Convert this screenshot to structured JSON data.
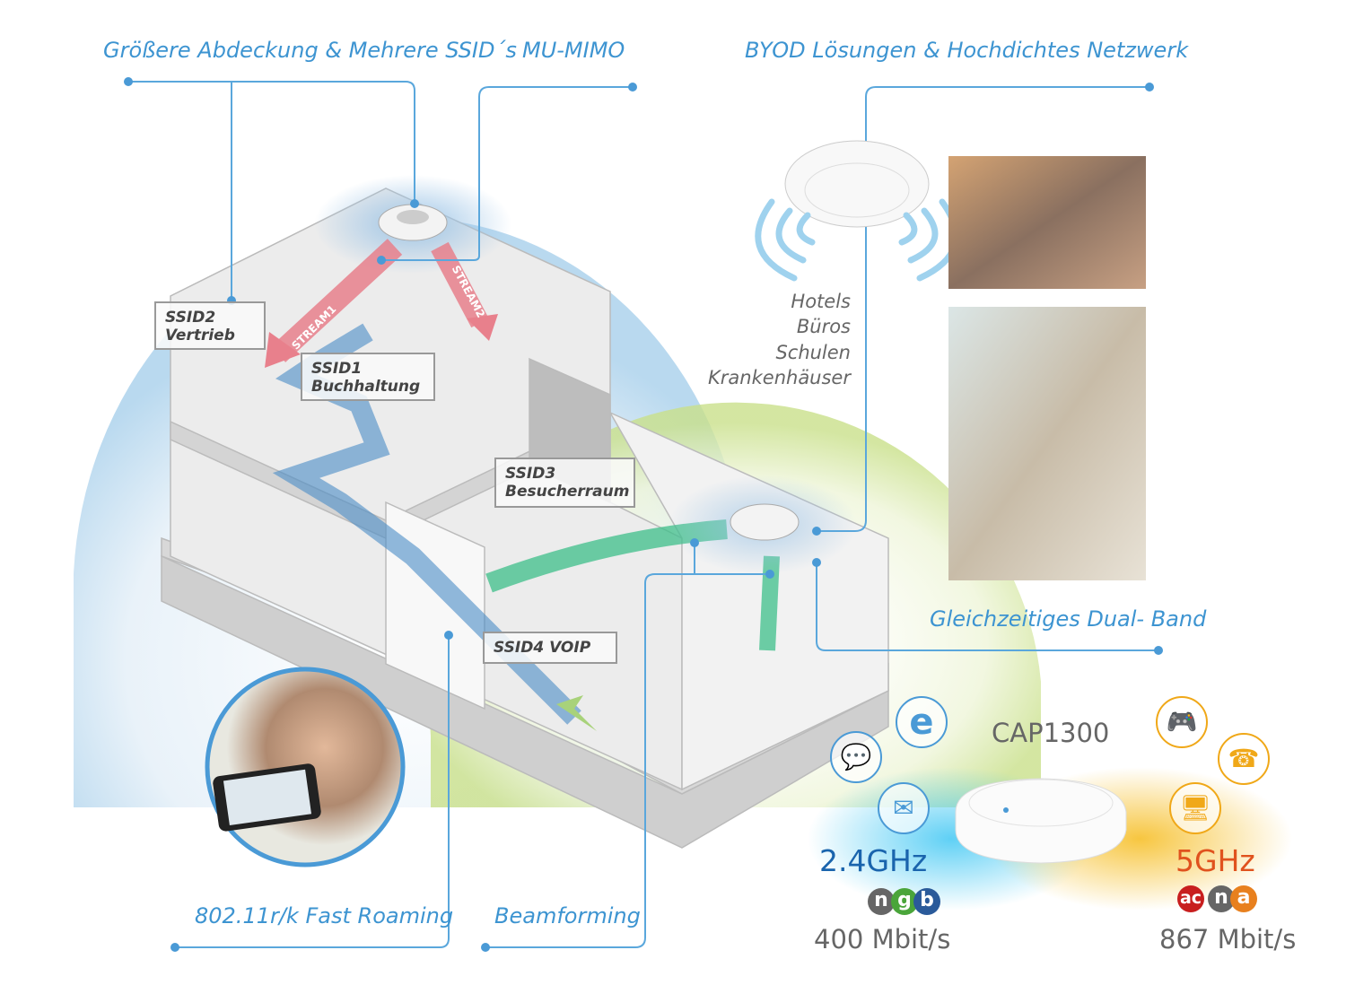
{
  "features": {
    "coverage": "Größere Abdeckung & Mehrere SSID´s",
    "mumimo": "MU-MIMO",
    "byod": "BYOD Lösungen & Hochdichtes Netzwerk",
    "dualband": "Gleichzeitiges Dual- Band",
    "roaming": "802.11r/k Fast Roaming",
    "beamforming": "Beamforming"
  },
  "ssids": {
    "ssid2_name": "SSID2",
    "ssid2_label": "Vertrieb",
    "ssid1_name": "SSID1",
    "ssid1_label": "Buchhaltung",
    "ssid3_name": "SSID3",
    "ssid3_label": "Besucherraum",
    "ssid4": "SSID4 VOIP"
  },
  "streams": {
    "s1": "STREAM1",
    "s2": "STREAM2"
  },
  "venues": [
    "Hotels",
    "Büros",
    "Schulen",
    "Krankenhäuser"
  ],
  "product": {
    "model": "CAP1300",
    "band24": {
      "label": "2.4GHz",
      "standards": [
        "n",
        "g",
        "b"
      ],
      "speed": "400 Mbit/s",
      "color": "#1a64ad"
    },
    "band5": {
      "label": "5GHz",
      "standards": [
        "ac",
        "n",
        "a"
      ],
      "speed": "867 Mbit/s",
      "color": "#e0521e"
    }
  },
  "colors": {
    "accent": "#3d94d1",
    "orange": "#f0a818",
    "stream": "#e8808c"
  }
}
